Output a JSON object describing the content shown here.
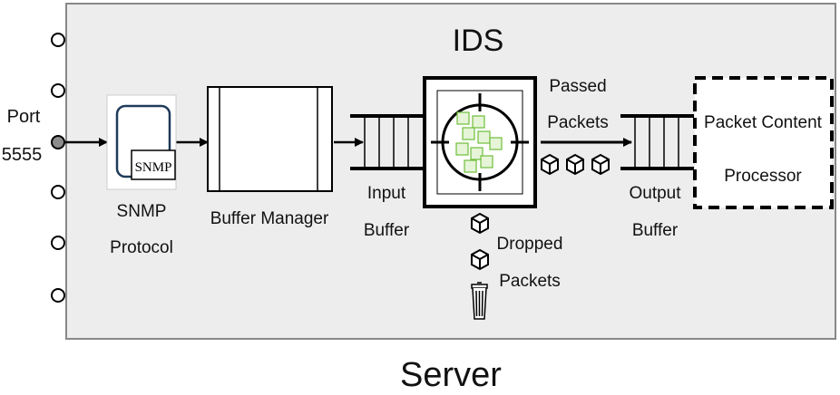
{
  "server": {
    "title": "IDS",
    "caption": "Server"
  },
  "port": {
    "label_line1": "Port",
    "label_line2": "5555"
  },
  "snmp": {
    "badge": "SNMP",
    "label_line1": "SNMP",
    "label_line2": "Protocol"
  },
  "buffer_manager": {
    "label": "Buffer Manager"
  },
  "input_buffer": {
    "label_line1": "Input",
    "label_line2": "Buffer"
  },
  "passed": {
    "label_line1": "Passed",
    "label_line2": "Packets"
  },
  "output_buffer": {
    "label_line1": "Output",
    "label_line2": "Buffer"
  },
  "processor": {
    "label_line1": "Packet Content",
    "label_line2": "Processor"
  },
  "dropped": {
    "label_line1": "Dropped",
    "label_line2": "Packets"
  },
  "colors": {
    "server_fill": "#ededed",
    "port_active": "#8c8c8c",
    "globe_green": "#6fbf3a"
  },
  "icons": [
    "port-circle",
    "snmp-device-icon",
    "ids-target-icon",
    "packet-cube-icon",
    "trash-bin-icon"
  ]
}
